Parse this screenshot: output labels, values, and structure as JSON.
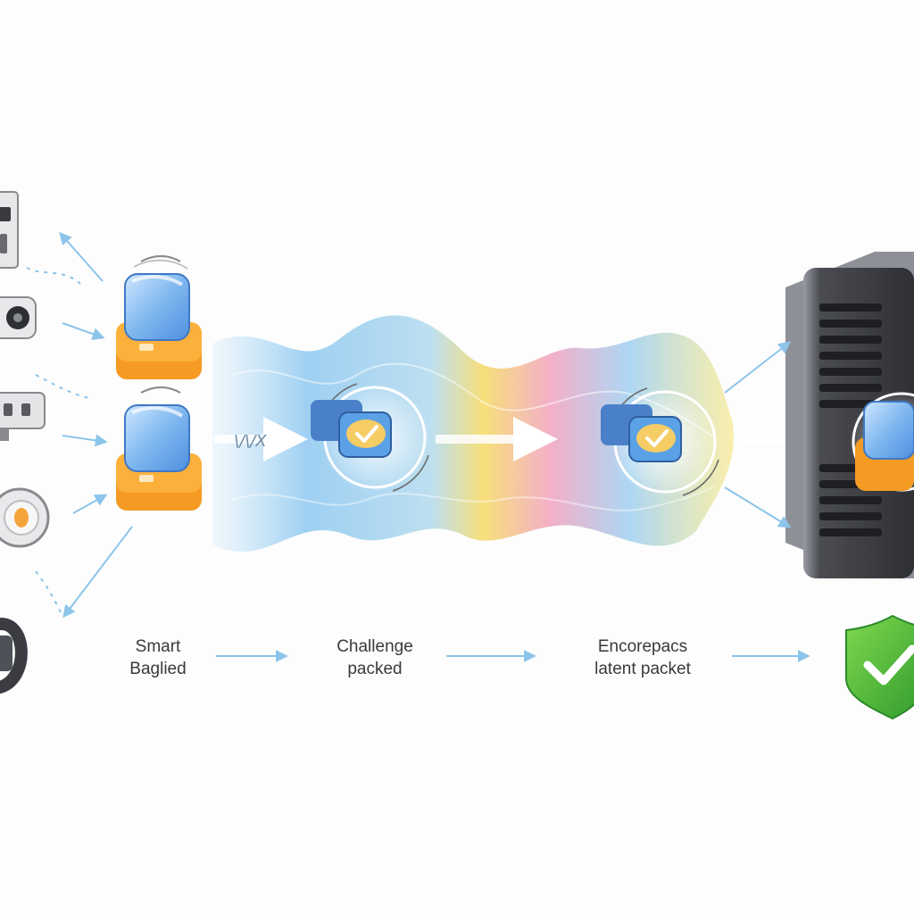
{
  "steps": [
    {
      "line1": "Smart",
      "line2": "Baglied"
    },
    {
      "line1": "Challenge",
      "line2": "packed"
    },
    {
      "line1": "Encorepacs",
      "line2": "latent packet"
    }
  ],
  "flow_mark_text": "\\/\\/X",
  "icons": {
    "devices": [
      "smart-lock-icon",
      "camera-icon",
      "router-icon",
      "thermostat-icon",
      "wristband-icon"
    ],
    "chips": [
      "secure-chip-icon",
      "secure-chip-icon"
    ],
    "packets": [
      "check-packet-icon",
      "check-packet-icon"
    ],
    "server": "server-icon",
    "verified": "shield-check-icon"
  },
  "colors": {
    "arrow": "#8cc4ea",
    "chip_base": "#f59a23",
    "chip_top": "#7fb7ef",
    "server_body": "#3c3e44",
    "shield": "#4cbb3a",
    "wave_blue": "#8ec8f0",
    "wave_yellow": "#f7dc6b",
    "wave_pink": "#f1a2c0"
  }
}
